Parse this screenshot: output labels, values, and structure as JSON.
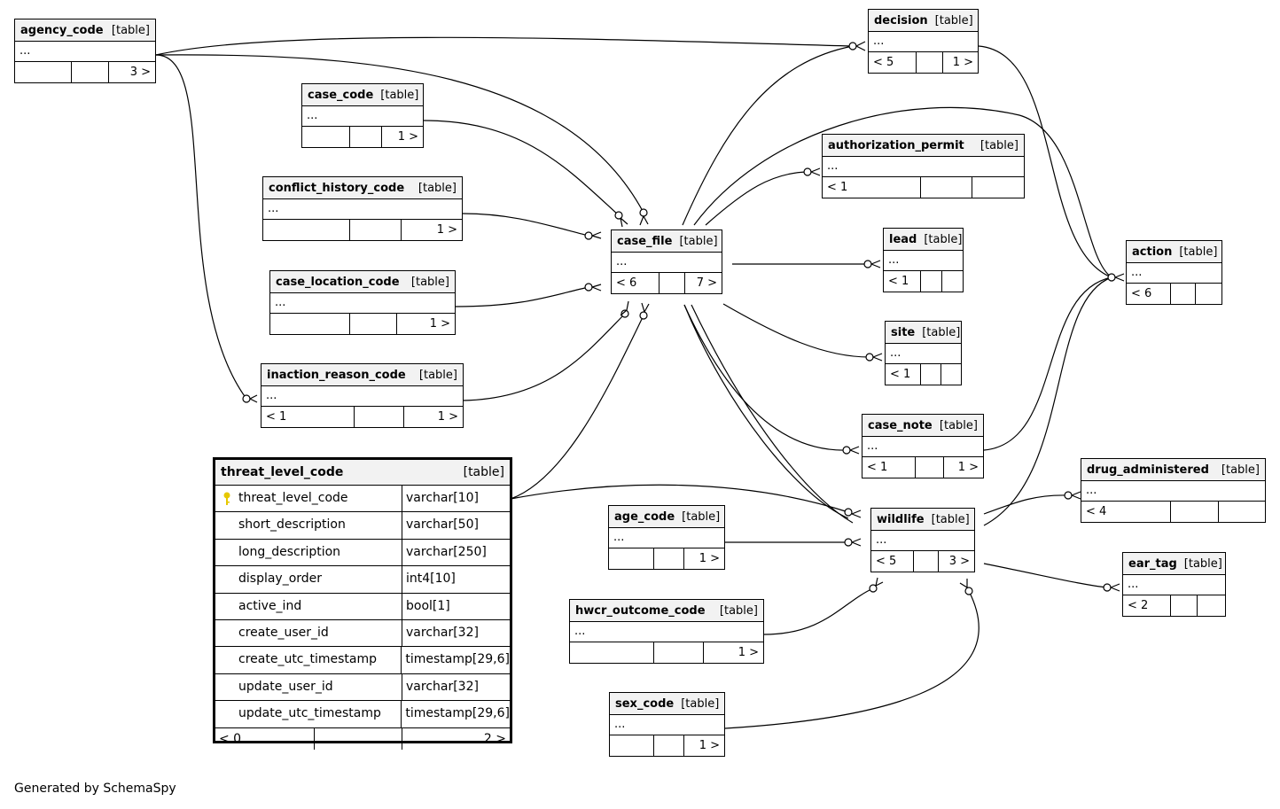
{
  "tables": {
    "agency_code": {
      "name": "agency_code",
      "tag": "[table]",
      "body": "...",
      "foot": [
        "",
        "",
        "3 >"
      ]
    },
    "case_code": {
      "name": "case_code",
      "tag": "[table]",
      "body": "...",
      "foot": [
        "",
        "",
        "1 >"
      ]
    },
    "conflict_history_code": {
      "name": "conflict_history_code",
      "tag": "[table]",
      "body": "...",
      "foot": [
        "",
        "",
        "1 >"
      ]
    },
    "case_location_code": {
      "name": "case_location_code",
      "tag": "[table]",
      "body": "...",
      "foot": [
        "",
        "",
        "1 >"
      ]
    },
    "inaction_reason_code": {
      "name": "inaction_reason_code",
      "tag": "[table]",
      "body": "...",
      "foot": [
        "< 1",
        "",
        "1 >"
      ]
    },
    "decision": {
      "name": "decision",
      "tag": "[table]",
      "body": "...",
      "foot": [
        "< 5",
        "",
        "1 >"
      ]
    },
    "authorization_permit": {
      "name": "authorization_permit",
      "tag": "[table]",
      "body": "...",
      "foot": [
        "< 1",
        "",
        ""
      ]
    },
    "case_file": {
      "name": "case_file",
      "tag": "[table]",
      "body": "...",
      "foot": [
        "< 6",
        "",
        "7 >"
      ]
    },
    "lead": {
      "name": "lead",
      "tag": "[table]",
      "body": "...",
      "foot": [
        "< 1",
        "",
        ""
      ]
    },
    "site": {
      "name": "site",
      "tag": "[table]",
      "body": "...",
      "foot": [
        "< 1",
        "",
        ""
      ]
    },
    "case_note": {
      "name": "case_note",
      "tag": "[table]",
      "body": "...",
      "foot": [
        "< 1",
        "",
        "1 >"
      ]
    },
    "action": {
      "name": "action",
      "tag": "[table]",
      "body": "...",
      "foot": [
        "< 6",
        "",
        ""
      ]
    },
    "drug_administered": {
      "name": "drug_administered",
      "tag": "[table]",
      "body": "...",
      "foot": [
        "< 4",
        "",
        ""
      ]
    },
    "ear_tag": {
      "name": "ear_tag",
      "tag": "[table]",
      "body": "...",
      "foot": [
        "< 2",
        "",
        ""
      ]
    },
    "age_code": {
      "name": "age_code",
      "tag": "[table]",
      "body": "...",
      "foot": [
        "",
        "",
        "1 >"
      ]
    },
    "wildlife": {
      "name": "wildlife",
      "tag": "[table]",
      "body": "...",
      "foot": [
        "< 5",
        "",
        "3 >"
      ]
    },
    "hwcr_outcome_code": {
      "name": "hwcr_outcome_code",
      "tag": "[table]",
      "body": "...",
      "foot": [
        "",
        "",
        "1 >"
      ]
    },
    "sex_code": {
      "name": "sex_code",
      "tag": "[table]",
      "body": "...",
      "foot": [
        "",
        "",
        "1 >"
      ]
    }
  },
  "focus_table": {
    "name": "threat_level_code",
    "tag": "[table]",
    "columns": [
      {
        "name": "threat_level_code",
        "type": "varchar[10]",
        "pk": true
      },
      {
        "name": "short_description",
        "type": "varchar[50]"
      },
      {
        "name": "long_description",
        "type": "varchar[250]"
      },
      {
        "name": "display_order",
        "type": "int4[10]"
      },
      {
        "name": "active_ind",
        "type": "bool[1]"
      },
      {
        "name": "create_user_id",
        "type": "varchar[32]"
      },
      {
        "name": "create_utc_timestamp",
        "type": "timestamp[29,6]"
      },
      {
        "name": "update_user_id",
        "type": "varchar[32]"
      },
      {
        "name": "update_utc_timestamp",
        "type": "timestamp[29,6]"
      }
    ],
    "foot": [
      "< 0",
      "",
      "2 >"
    ]
  },
  "footer_text": "Generated by SchemaSpy",
  "colors": {
    "line": "#000000",
    "header_shade": "#f2f2f2",
    "key": "#e6c800"
  }
}
